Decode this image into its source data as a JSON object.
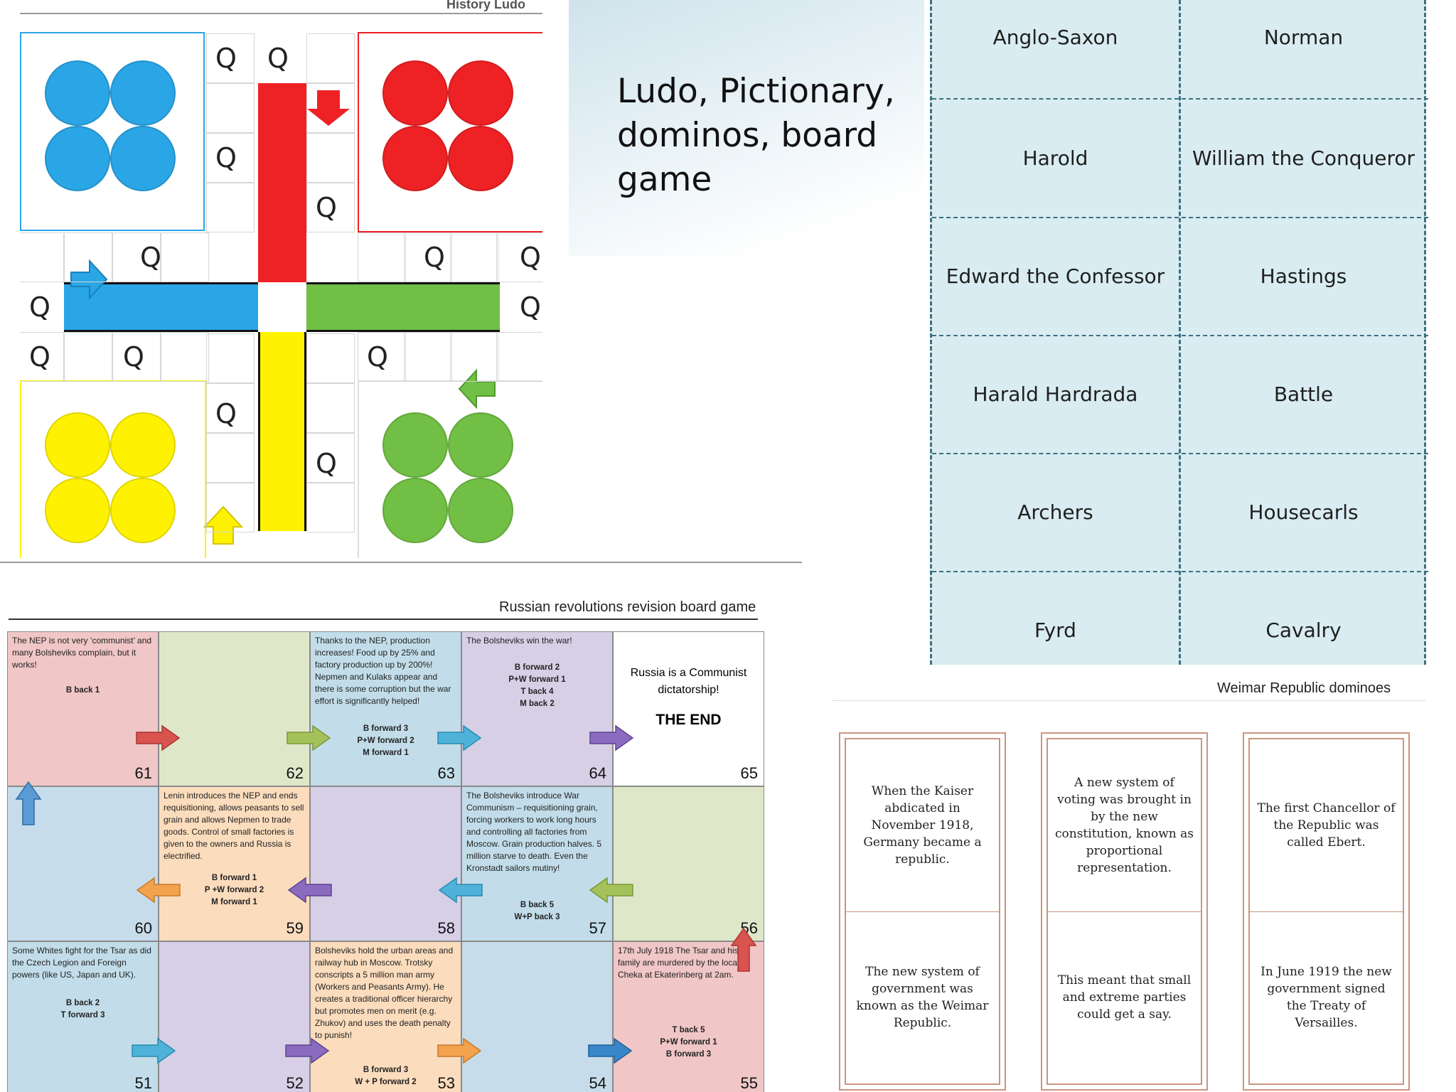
{
  "slide_title": "Ludo, Pictionary, dominos, board game",
  "ludo": {
    "caption": "History Ludo",
    "question_mark": "Q",
    "colors": {
      "blue": "#2aa6e6",
      "red": "#ee2124",
      "yellow": "#fff200",
      "green": "#71bf45"
    }
  },
  "norman_cards": [
    [
      "Anglo-Saxon",
      "Norman"
    ],
    [
      "Harold",
      "William the Conqueror"
    ],
    [
      "Edward the Confessor",
      "Hastings"
    ],
    [
      "Harald Hardrada",
      "Battle"
    ],
    [
      "Archers",
      "Housecarls"
    ],
    [
      "Fyrd",
      "Cavalry"
    ]
  ],
  "russian_board": {
    "caption": "Russian revolutions revision board game",
    "cells": {
      "c61": {
        "number": "61",
        "text": "The NEP is not very ‘communist’ and many Bolsheviks complain, but it works!",
        "moves": [
          "B back 1"
        ]
      },
      "c62": {
        "number": "62"
      },
      "c63": {
        "number": "63",
        "text": "Thanks to the NEP, production increases! Food up by 25% and factory production up by 200%! Nepmen and Kulaks appear and there is some corruption but the war effort is significantly helped!",
        "moves": [
          "B forward 3",
          "P+W forward 2",
          "M forward 1"
        ]
      },
      "c64": {
        "number": "64",
        "text": "The Bolsheviks win the war!",
        "moves": [
          "B forward 2",
          "P+W forward 1",
          "T back 4",
          "M back 2"
        ]
      },
      "c65": {
        "number": "65",
        "text": "Russia is a Communist dictatorship!",
        "end": "THE END"
      },
      "c60": {
        "number": "60"
      },
      "c59": {
        "number": "59",
        "text": "Lenin introduces the NEP and ends requisitioning, allows peasants to sell grain and allows Nepmen to trade goods. Control of small factories is given to the owners and Russia is electrified.",
        "moves": [
          "B forward 1",
          "P +W forward 2",
          "M forward 1"
        ]
      },
      "c58": {
        "number": "58"
      },
      "c57": {
        "number": "57",
        "text": "The Bolsheviks introduce War Communism – requisitioning grain, forcing workers to work long hours and controlling all factories from Moscow. Grain production halves. 5 million starve to death. Even the Kronstadt sailors mutiny!",
        "moves": [
          "B back 5",
          "W+P back 3"
        ]
      },
      "c56": {
        "number": "56"
      },
      "c51": {
        "number": "51",
        "text": "Some Whites fight for the Tsar as did the Czech Legion and Foreign powers (like US, Japan and UK).",
        "moves": [
          "B back 2",
          "T forward 3"
        ]
      },
      "c52": {
        "number": "52"
      },
      "c53": {
        "number": "53",
        "text": "Bolsheviks hold the urban areas and railway hub in Moscow. Trotsky conscripts a 5 million man army (Workers and Peasants Army). He creates a traditional officer hierarchy but promotes men on merit (e.g. Zhukov) and uses the death penalty to punish!",
        "moves": [
          "B  forward 3",
          "W + P forward 2"
        ]
      },
      "c54": {
        "number": "54"
      },
      "c55": {
        "number": "55",
        "text": "17th July 1918 The Tsar and his family are murdered by the local Cheka at Ekaterinberg at 2am.",
        "moves": [
          "T back 5",
          "P+W forward 1",
          "B forward 3"
        ]
      }
    },
    "colors": {
      "pink": "#f0c6c6",
      "green": "#dfe7c9",
      "blue": "#c2dde9",
      "purple": "#d6cfe6",
      "white": "#ffffff",
      "lightblue": "#c7dceb",
      "peach": "#fbdcbd"
    }
  },
  "weimar": {
    "caption": "Weimar Republic dominoes",
    "dominoes": [
      {
        "top": "When the Kaiser abdicated in November 1918, Germany became a republic.",
        "bottom": "The new system of government was known as the Weimar Republic."
      },
      {
        "top": "A new system of voting was brought in by the new constitution, known as proportional representation.",
        "bottom": "This meant that small and extreme parties could get a say."
      },
      {
        "top": "The first Chancellor of the Republic was called Ebert.",
        "bottom": "In June 1919 the new government signed the Treaty of Versailles."
      }
    ]
  }
}
